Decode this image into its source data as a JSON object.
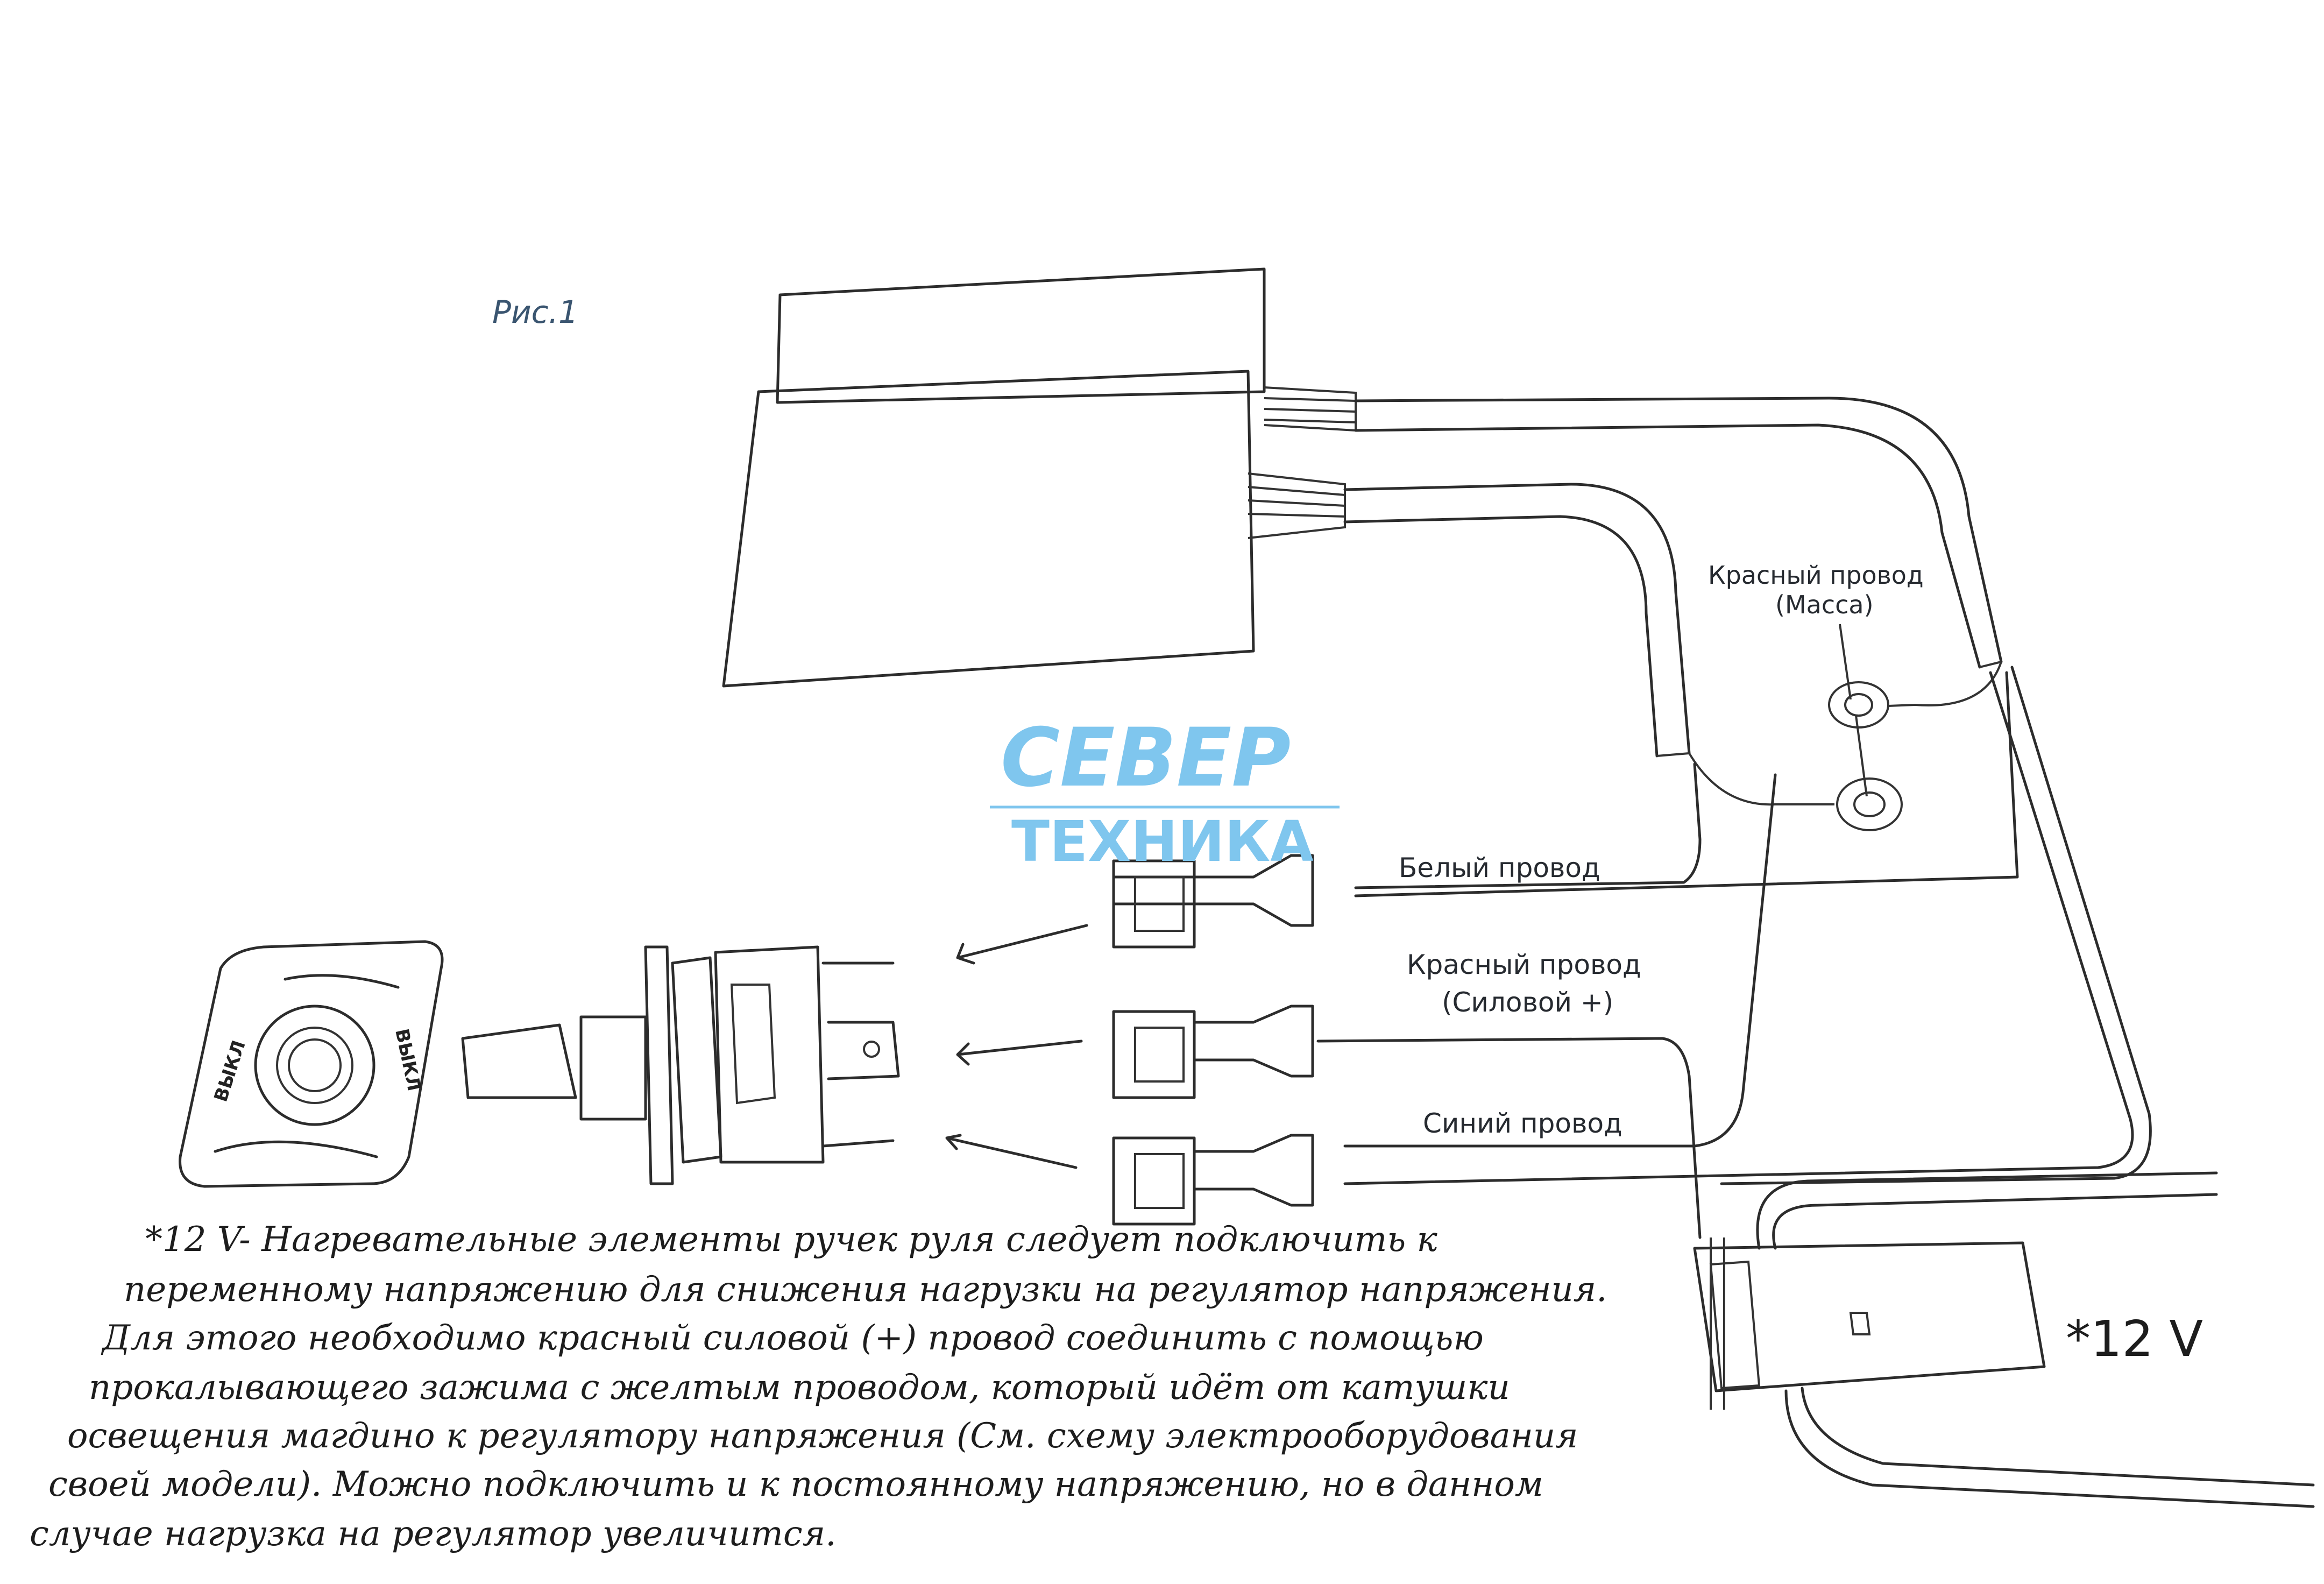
{
  "figure_label": "Рис.1",
  "logo": {
    "line1": "СЕВЕР",
    "line2": "ТЕХНИКА"
  },
  "labels": {
    "red_ground_1": "Красный провод",
    "red_ground_2": "(Масса)",
    "white_wire": "Белый провод",
    "red_power_1": "Красный провод",
    "red_power_2": "(Силовой +)",
    "blue_wire": "Синий провод",
    "regulator": "*12 V"
  },
  "switch_labels": {
    "left": "ВЫКЛ",
    "right": "ВЫКЛ"
  },
  "note_lines": [
    "*12 V- Нагревательные элементы ручек руля следует подключить к",
    "переменному напряжению для снижения нагрузки на регулятор  напряжения.",
    "Для этого необходимо красный силовой (+) провод соединить с помощью",
    "прокалывающего зажима с желтым проводом, который идёт от катушки",
    "освещения магдино к регулятору напряжения (См. схему электрооборудования",
    "своей модели). Можно подключить и к постоянному напряжению, но в данном",
    "случае нагрузка на регулятор увеличится."
  ]
}
